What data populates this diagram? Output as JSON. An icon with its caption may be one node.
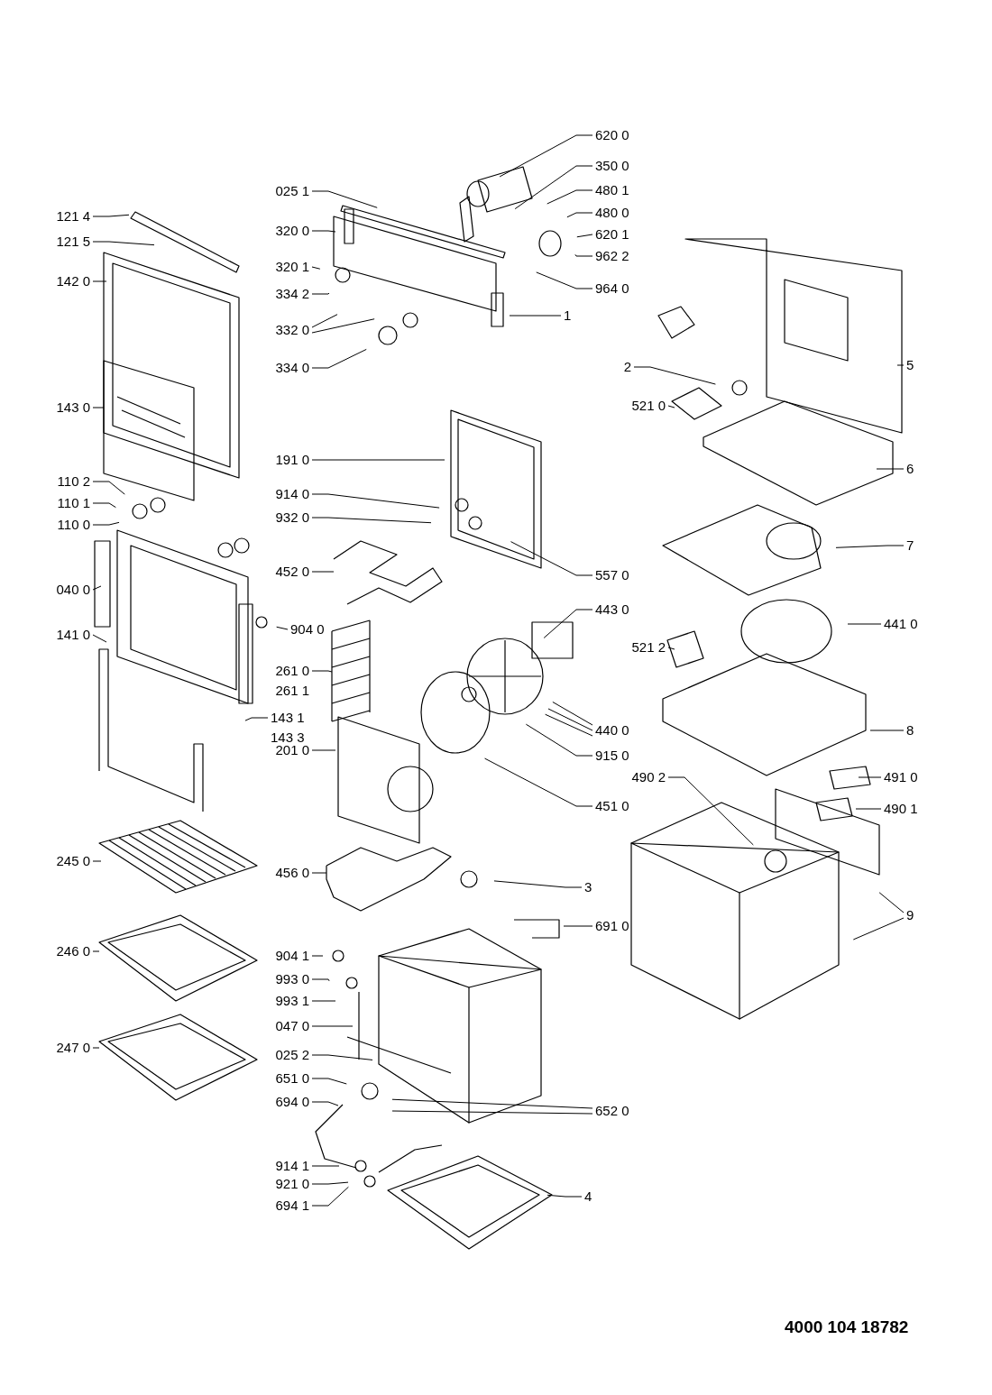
{
  "diagram": {
    "nodes": [
      {
        "text": [
          "121 4"
        ]
      },
      {
        "text": [
          "121 5"
        ]
      },
      {
        "text": [
          "142 0"
        ]
      },
      {
        "text": [
          "143 0"
        ]
      },
      {
        "text": [
          "110 2"
        ]
      },
      {
        "text": [
          "110 1"
        ]
      },
      {
        "text": [
          "110 0"
        ]
      },
      {
        "text": [
          "040 0"
        ]
      },
      {
        "text": [
          "141 0"
        ]
      },
      {
        "text": [
          "245 0"
        ]
      },
      {
        "text": [
          "246 0"
        ]
      },
      {
        "text": [
          "247 0"
        ]
      },
      {
        "text": [
          "025 1"
        ]
      },
      {
        "text": [
          "320 0"
        ]
      },
      {
        "text": [
          "320 1"
        ]
      },
      {
        "text": [
          "334 2"
        ]
      },
      {
        "text": [
          "332 0"
        ]
      },
      {
        "text": [
          "334 0"
        ]
      },
      {
        "text": [
          "191 0"
        ]
      },
      {
        "text": [
          "914 0"
        ]
      },
      {
        "text": [
          "932 0"
        ]
      },
      {
        "text": [
          "452 0"
        ]
      },
      {
        "text": [
          "904 0"
        ]
      },
      {
        "text": [
          "261 0"
        ]
      },
      {
        "text": [
          "143 1"
        ]
      },
      {
        "text": [
          "201 0"
        ]
      },
      {
        "text": [
          "456 0"
        ]
      },
      {
        "text": [
          "904 1"
        ]
      },
      {
        "text": [
          "993 0"
        ]
      },
      {
        "text": [
          "993 1"
        ]
      },
      {
        "text": [
          "047 0"
        ]
      },
      {
        "text": [
          "025 2"
        ]
      },
      {
        "text": [
          "651 0"
        ]
      },
      {
        "text": [
          "694 0"
        ]
      },
      {
        "text": [
          "914 1"
        ]
      },
      {
        "text": [
          "921 0"
        ]
      },
      {
        "text": [
          "694 1"
        ]
      },
      {
        "text": [
          "620 0"
        ]
      },
      {
        "text": [
          "350 0"
        ]
      },
      {
        "text": [
          "480 1"
        ]
      },
      {
        "text": [
          "480 0"
        ]
      },
      {
        "text": [
          "620 1"
        ]
      },
      {
        "text": [
          "962 2"
        ]
      },
      {
        "text": [
          "964 0"
        ]
      },
      {
        "text": [
          "1"
        ]
      },
      {
        "text": [
          "557 0"
        ]
      },
      {
        "text": [
          "443 0"
        ]
      },
      {
        "text": [
          "440 0"
        ]
      },
      {
        "text": [
          "915 0"
        ]
      },
      {
        "text": [
          "451 0"
        ]
      },
      {
        "text": [
          "3"
        ]
      },
      {
        "text": [
          "691 0"
        ]
      },
      {
        "text": [
          "652 0"
        ]
      },
      {
        "text": [
          "4"
        ]
      },
      {
        "text": [
          "2"
        ]
      },
      {
        "text": [
          "521 0"
        ]
      },
      {
        "text": [
          "5"
        ]
      },
      {
        "text": [
          "6"
        ]
      },
      {
        "text": [
          "7"
        ]
      },
      {
        "text": [
          "441 0"
        ]
      },
      {
        "text": [
          "521 2"
        ]
      },
      {
        "text": [
          "8"
        ]
      },
      {
        "text": [
          "490 2"
        ]
      },
      {
        "text": [
          "491 0"
        ]
      },
      {
        "text": [
          "490 1"
        ]
      },
      {
        "text": [
          "9"
        ]
      }
    ],
    "edges": [
      {
        "from": 0,
        "to": null,
        "arrow": "none"
      },
      {
        "from": 1,
        "to": null,
        "arrow": "none"
      },
      {
        "from": 2,
        "to": null,
        "arrow": "none"
      },
      {
        "from": 3,
        "to": null,
        "arrow": "none"
      },
      {
        "from": 4,
        "to": null,
        "arrow": "none"
      },
      {
        "from": 5,
        "to": null,
        "arrow": "none"
      },
      {
        "from": 6,
        "to": null,
        "arrow": "none"
      },
      {
        "from": 7,
        "to": null,
        "arrow": "none"
      },
      {
        "from": 8,
        "to": null,
        "arrow": "none"
      },
      {
        "from": 9,
        "to": null,
        "arrow": "none"
      },
      {
        "from": 10,
        "to": null,
        "arrow": "none"
      },
      {
        "from": 11,
        "to": null,
        "arrow": "none"
      },
      {
        "from": 12,
        "to": null,
        "arrow": "none"
      },
      {
        "from": 13,
        "to": null,
        "arrow": "none"
      },
      {
        "from": 14,
        "to": null,
        "arrow": "none"
      },
      {
        "from": 15,
        "to": null,
        "arrow": "none"
      },
      {
        "from": 16,
        "to": null,
        "arrow": "none"
      },
      {
        "from": 16,
        "to": null,
        "arrow": "none"
      },
      {
        "from": 17,
        "to": null,
        "arrow": "none"
      },
      {
        "from": 18,
        "to": null,
        "arrow": "none"
      },
      {
        "from": 19,
        "to": null,
        "arrow": "none"
      },
      {
        "from": 20,
        "to": null,
        "arrow": "none"
      },
      {
        "from": 21,
        "to": null,
        "arrow": "none"
      },
      {
        "from": 22,
        "to": null,
        "arrow": "none"
      },
      {
        "from": 23,
        "to": null,
        "arrow": "none"
      },
      {
        "from": 24,
        "to": null,
        "arrow": "none"
      },
      {
        "from": 25,
        "to": null,
        "arrow": "none"
      },
      {
        "from": 26,
        "to": null,
        "arrow": "none"
      },
      {
        "from": 27,
        "to": null,
        "arrow": "none"
      },
      {
        "from": 28,
        "to": null,
        "arrow": "none"
      },
      {
        "from": 29,
        "to": null,
        "arrow": "none"
      },
      {
        "from": 30,
        "to": null,
        "arrow": "none"
      },
      {
        "from": 31,
        "to": null,
        "arrow": "none"
      },
      {
        "from": 32,
        "to": null,
        "arrow": "none"
      },
      {
        "from": 33,
        "to": null,
        "arrow": "none"
      },
      {
        "from": 34,
        "to": null,
        "arrow": "none"
      },
      {
        "from": 35,
        "to": null,
        "arrow": "none"
      },
      {
        "from": 36,
        "to": null,
        "arrow": "none"
      },
      {
        "from": 37,
        "to": null,
        "arrow": "none"
      },
      {
        "from": 38,
        "to": null,
        "arrow": "none"
      },
      {
        "from": 39,
        "to": null,
        "arrow": "none"
      },
      {
        "from": 40,
        "to": null,
        "arrow": "none"
      },
      {
        "from": 41,
        "to": null,
        "arrow": "none"
      },
      {
        "from": 42,
        "to": null,
        "arrow": "none"
      },
      {
        "from": 43,
        "to": null,
        "arrow": "none"
      },
      {
        "from": 44,
        "to": null,
        "arrow": "none"
      },
      {
        "from": 45,
        "to": null,
        "arrow": "none"
      },
      {
        "from": 46,
        "to": null,
        "arrow": "none"
      },
      {
        "from": 47,
        "to": null,
        "arrow": "none"
      },
      {
        "from": 47,
        "to": null,
        "arrow": "none"
      },
      {
        "from": 47,
        "to": null,
        "arrow": "none"
      },
      {
        "from": 48,
        "to": null,
        "arrow": "none"
      },
      {
        "from": 49,
        "to": null,
        "arrow": "none"
      },
      {
        "from": 50,
        "to": null,
        "arrow": "none"
      },
      {
        "from": 51,
        "to": null,
        "arrow": "none"
      },
      {
        "from": 52,
        "to": null,
        "arrow": "none"
      },
      {
        "from": 52,
        "to": null,
        "arrow": "none"
      },
      {
        "from": 53,
        "to": null,
        "arrow": "none"
      },
      {
        "from": 54,
        "to": null,
        "arrow": "none"
      },
      {
        "from": 55,
        "to": null,
        "arrow": "none"
      },
      {
        "from": 56,
        "to": null,
        "arrow": "none"
      },
      {
        "from": 57,
        "to": null,
        "arrow": "none"
      },
      {
        "from": 58,
        "to": null,
        "arrow": "none"
      },
      {
        "from": 59,
        "to": null,
        "arrow": "none"
      },
      {
        "from": 60,
        "to": null,
        "arrow": "none"
      },
      {
        "from": 61,
        "to": null,
        "arrow": "none"
      },
      {
        "from": 62,
        "to": null,
        "arrow": "none"
      },
      {
        "from": 63,
        "to": null,
        "arrow": "none"
      },
      {
        "from": 64,
        "to": null,
        "arrow": "none"
      },
      {
        "from": 65,
        "to": null,
        "arrow": "none"
      },
      {
        "from": 65,
        "to": null,
        "arrow": "none"
      }
    ],
    "labels": [
      "261 1",
      "143 3",
      "4000 104 18782"
    ]
  }
}
